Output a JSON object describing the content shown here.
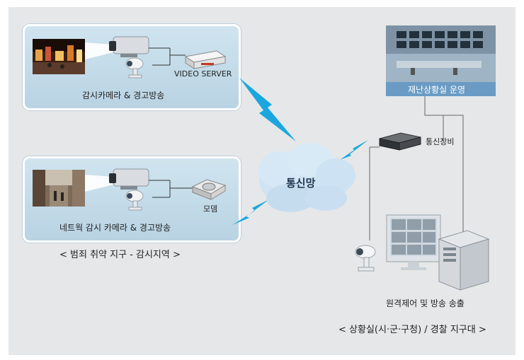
{
  "panels": {
    "cctv": {
      "caption": "감시카메라 & 경고방송",
      "device_label": "VIDEO SERVER"
    },
    "network": {
      "caption": "네트웍 감시 카메라 & 경고방송",
      "device_label": "모뎀"
    }
  },
  "region_caption": "< 범죄 취약 지구 - 감시지역 >",
  "cloud_label": "통신망",
  "comm_device_label": "통신장비",
  "control_room_label": "재난상황실 운영",
  "remote_label": "원격제어 및 방송 송출",
  "bottom_caption": "< 상황실(시·군·구청) / 경찰 지구대 >",
  "colors": {
    "panel": "#c6dde9",
    "lightning": "#1aa7e0",
    "cloud": "#cfe3f3",
    "control_label_bg": "#6a9bc4"
  }
}
